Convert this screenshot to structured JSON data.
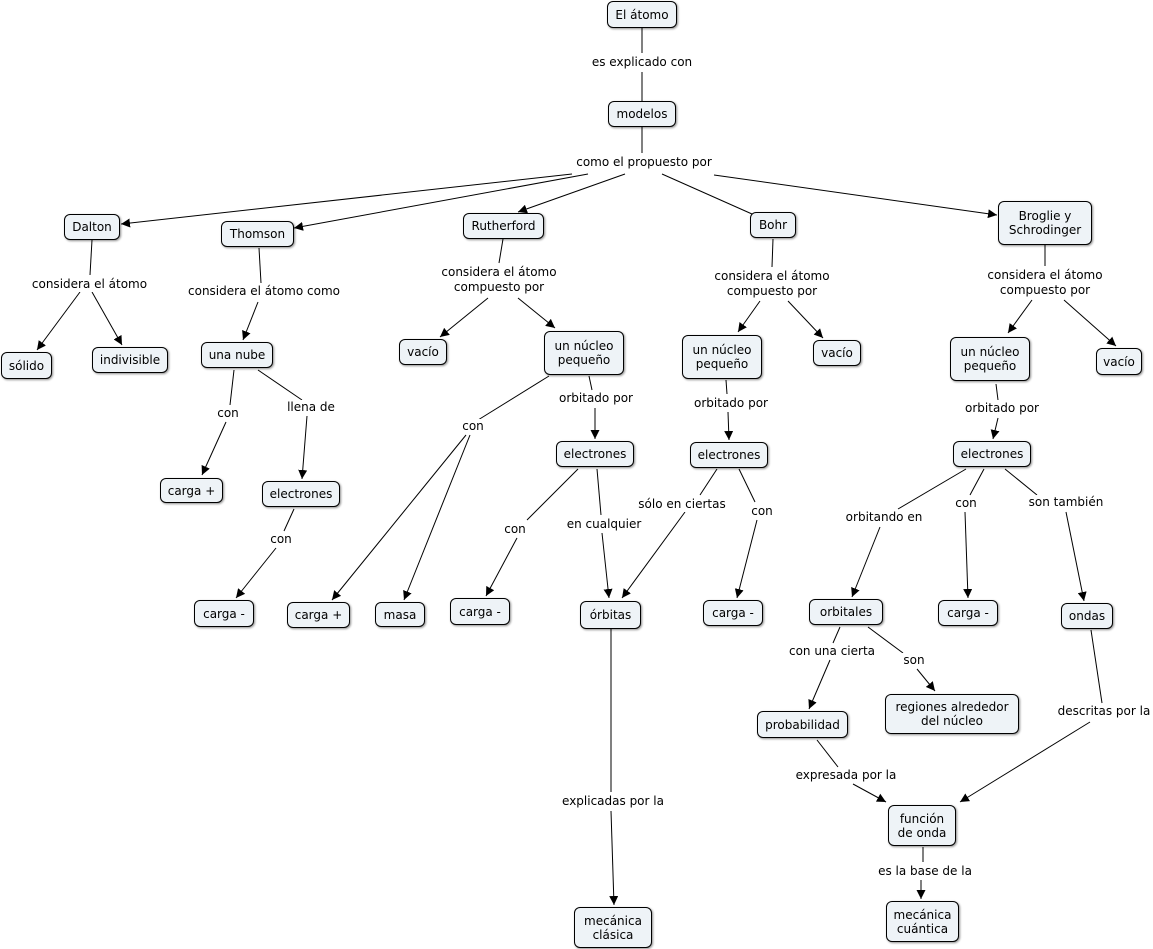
{
  "colors": {
    "node_fill": "#eef3f7",
    "node_border": "#000000",
    "edge": "#000000",
    "background": "#ffffff"
  },
  "nodes": {
    "el_atomo": "El átomo",
    "modelos": "modelos",
    "dalton": "Dalton",
    "thomson": "Thomson",
    "rutherford": "Rutherford",
    "bohr": "Bohr",
    "broglie": "Broglie y\nSchrodinger",
    "solido": "sólido",
    "indivisible": "indivisible",
    "una_nube": "una nube",
    "carga_pos_thomson": "carga +",
    "electrones_thomson": "electrones",
    "carga_neg_thomson": "carga -",
    "vacio_rutherford": "vacío",
    "nucleo_rutherford": "un núcleo\npequeño",
    "electrones_rutherford": "electrones",
    "carga_pos_rutherford": "carga +",
    "masa": "masa",
    "carga_neg_rutherford": "carga -",
    "orbitas": "órbitas",
    "mecanica_clasica": "mecánica\nclásica",
    "nucleo_bohr": "un núcleo\npequeño",
    "vacio_bohr": "vacío",
    "electrones_bohr": "electrones",
    "carga_neg_bohr": "carga -",
    "nucleo_broglie": "un núcleo\npequeño",
    "vacio_broglie": "vacío",
    "electrones_broglie": "electrones",
    "orbitales": "orbitales",
    "carga_neg_broglie": "carga -",
    "ondas": "ondas",
    "probabilidad": "probabilidad",
    "regiones": "regiones alrededor\ndel núcleo",
    "funcion_onda": "función\nde onda",
    "mecanica_cuantica": "mecánica\ncuántica"
  },
  "links": {
    "es_explicado_con": "es explicado con",
    "como_el_propuesto_por": "como el propuesto por",
    "considera_dalton": "considera el átomo",
    "considera_thomson": "considera el átomo como",
    "considera_rutherford": "considera el átomo\ncompuesto por",
    "considera_bohr": "considera el átomo\ncompuesto por",
    "considera_broglie": "considera el átomo\ncompuesto por",
    "con_nube": "con",
    "llena_de": "llena de",
    "con_electrones_thomson": "con",
    "con_nucleo_rutherford": "con",
    "orbitado_por_rutherford": "orbitado por",
    "con_electrones_rutherford": "con",
    "en_cualquier": "en cualquier",
    "explicadas_por_la": "explicadas por la",
    "orbitado_por_bohr": "orbitado por",
    "solo_en_ciertas": "sólo en ciertas",
    "con_electrones_bohr": "con",
    "orbitado_por_broglie": "orbitado por",
    "orbitando_en": "orbitando en",
    "con_electrones_broglie": "con",
    "son_tambien": "son también",
    "con_una_cierta": "con una cierta",
    "son": "son",
    "descritas_por_la": "descritas por la",
    "expresada_por_la": "expresada por la",
    "es_la_base_de_la": "es la base de la"
  }
}
